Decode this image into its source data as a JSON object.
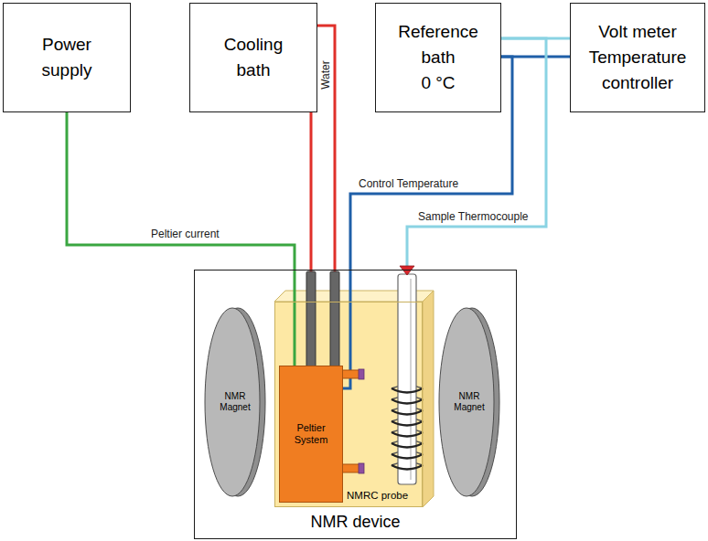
{
  "diagram": {
    "nodes": [
      {
        "text": [
          "Power supply"
        ]
      },
      {
        "text": [
          "Cooling bath"
        ]
      },
      {
        "text": [
          "Reference bath",
          "0 °C"
        ]
      },
      {
        "text": [
          "Volt meter Temperature controller"
        ]
      },
      {
        "text": [
          "NMR device"
        ]
      },
      {
        "text": [
          "NMR Magnet"
        ],
        "in": 4
      },
      {
        "text": [
          "NMRC probe"
        ],
        "in": 4
      },
      {
        "text": [
          "Peltier System"
        ],
        "in": 6
      },
      {
        "text": [
          "NMR Magnet"
        ],
        "in": 4
      }
    ],
    "edges": [
      {
        "from": 0,
        "to": 7,
        "label": "Peltier current",
        "arrow": "none"
      },
      {
        "from": 1,
        "to": 7,
        "label": "Water",
        "arrow": "none"
      },
      {
        "from": 1,
        "to": 7,
        "arrow": "none"
      },
      {
        "from": 2,
        "to": 3,
        "arrow": "none"
      },
      {
        "from": 2,
        "to": 3,
        "arrow": "none"
      },
      {
        "from": 2,
        "to": 7,
        "label": "Control Temperature",
        "arrow": "none"
      },
      {
        "from": 2,
        "to": 6,
        "label": "Sample Thermocouple",
        "arrow": "none"
      }
    ]
  }
}
